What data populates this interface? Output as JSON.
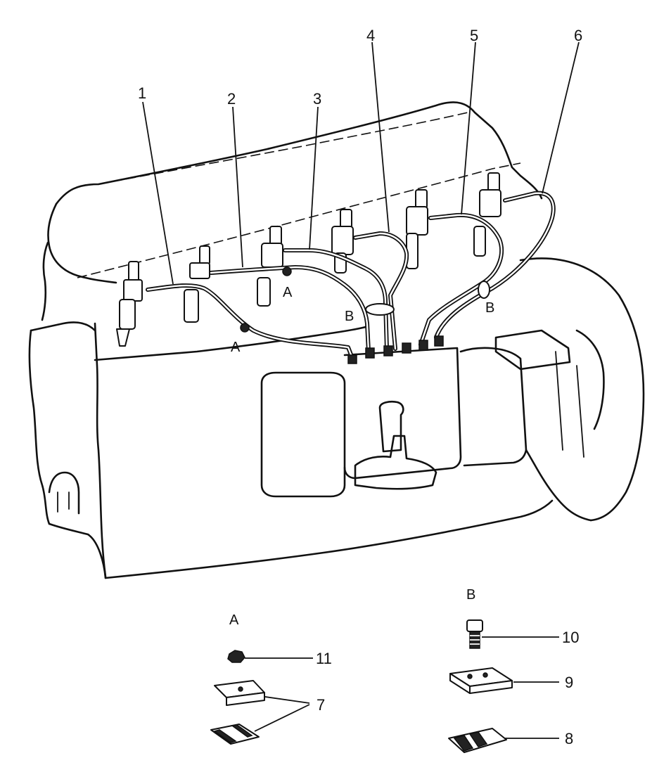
{
  "callouts": {
    "c1": "1",
    "c2": "2",
    "c3": "3",
    "c4": "4",
    "c5": "5",
    "c6": "6",
    "c7": "7",
    "c8": "8",
    "c9": "9",
    "c10": "10",
    "c11": "11"
  },
  "clamp_markers": {
    "a_upper": "A",
    "a_lower": "A",
    "b_center": "B",
    "b_right": "B"
  },
  "detail_views": {
    "a_title": "A",
    "b_title": "B"
  }
}
